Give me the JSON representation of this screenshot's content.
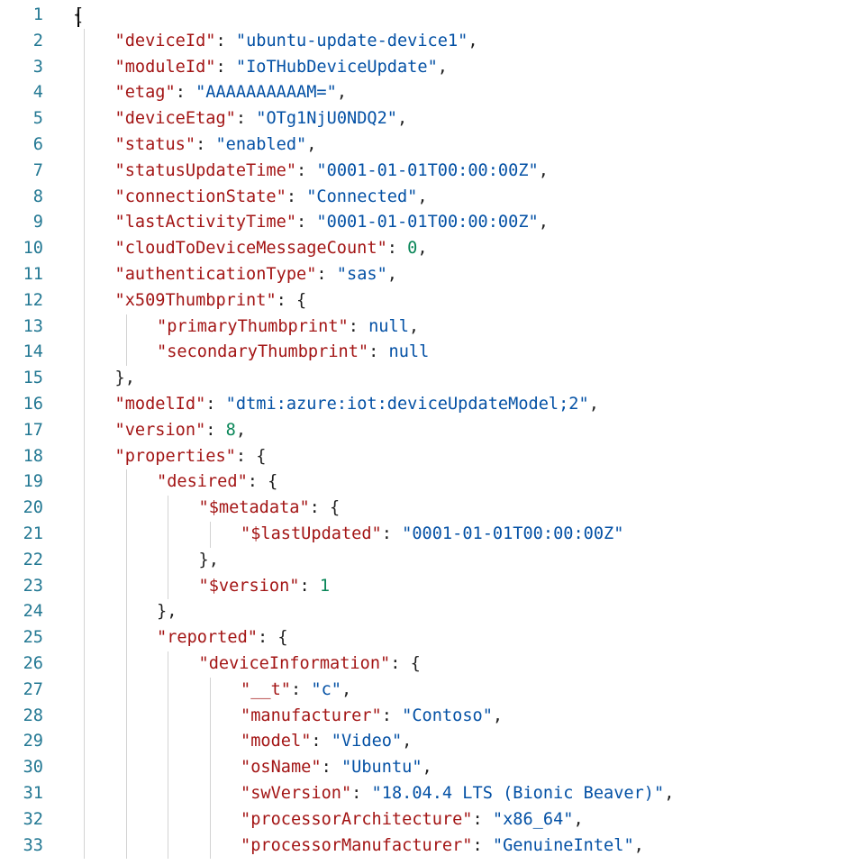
{
  "lines": [
    {
      "n": "1",
      "d": 0,
      "t": "open"
    },
    {
      "n": "2",
      "d": 1,
      "key": "deviceId",
      "v": "ubuntu-update-device1",
      "vt": "s",
      "c": true
    },
    {
      "n": "3",
      "d": 1,
      "key": "moduleId",
      "v": "IoTHubDeviceUpdate",
      "vt": "s",
      "c": true
    },
    {
      "n": "4",
      "d": 1,
      "key": "etag",
      "v": "AAAAAAAAAAM=",
      "vt": "s",
      "c": true
    },
    {
      "n": "5",
      "d": 1,
      "key": "deviceEtag",
      "v": "OTg1NjU0NDQ2",
      "vt": "s",
      "c": true
    },
    {
      "n": "6",
      "d": 1,
      "key": "status",
      "v": "enabled",
      "vt": "s",
      "c": true
    },
    {
      "n": "7",
      "d": 1,
      "key": "statusUpdateTime",
      "v": "0001-01-01T00:00:00Z",
      "vt": "s",
      "c": true
    },
    {
      "n": "8",
      "d": 1,
      "key": "connectionState",
      "v": "Connected",
      "vt": "s",
      "c": true
    },
    {
      "n": "9",
      "d": 1,
      "key": "lastActivityTime",
      "v": "0001-01-01T00:00:00Z",
      "vt": "s",
      "c": true
    },
    {
      "n": "10",
      "d": 1,
      "key": "cloudToDeviceMessageCount",
      "v": "0",
      "vt": "n",
      "c": true
    },
    {
      "n": "11",
      "d": 1,
      "key": "authenticationType",
      "v": "sas",
      "vt": "s",
      "c": true
    },
    {
      "n": "12",
      "d": 1,
      "key": "x509Thumbprint",
      "v": "{",
      "vt": "p",
      "c": false
    },
    {
      "n": "13",
      "d": 2,
      "key": "primaryThumbprint",
      "v": "null",
      "vt": "l",
      "c": true
    },
    {
      "n": "14",
      "d": 2,
      "key": "secondaryThumbprint",
      "v": "null",
      "vt": "l",
      "c": false
    },
    {
      "n": "15",
      "d": 1,
      "t": "close",
      "v": "},"
    },
    {
      "n": "16",
      "d": 1,
      "key": "modelId",
      "v": "dtmi:azure:iot:deviceUpdateModel;2",
      "vt": "s",
      "c": true
    },
    {
      "n": "17",
      "d": 1,
      "key": "version",
      "v": "8",
      "vt": "n",
      "c": true
    },
    {
      "n": "18",
      "d": 1,
      "key": "properties",
      "v": "{",
      "vt": "p",
      "c": false
    },
    {
      "n": "19",
      "d": 2,
      "key": "desired",
      "v": "{",
      "vt": "p",
      "c": false
    },
    {
      "n": "20",
      "d": 3,
      "key": "$metadata",
      "v": "{",
      "vt": "p",
      "c": false
    },
    {
      "n": "21",
      "d": 4,
      "key": "$lastUpdated",
      "v": "0001-01-01T00:00:00Z",
      "vt": "s",
      "c": false
    },
    {
      "n": "22",
      "d": 3,
      "t": "close",
      "v": "},"
    },
    {
      "n": "23",
      "d": 3,
      "key": "$version",
      "v": "1",
      "vt": "n",
      "c": false
    },
    {
      "n": "24",
      "d": 2,
      "t": "close",
      "v": "},"
    },
    {
      "n": "25",
      "d": 2,
      "key": "reported",
      "v": "{",
      "vt": "p",
      "c": false
    },
    {
      "n": "26",
      "d": 3,
      "key": "deviceInformation",
      "v": "{",
      "vt": "p",
      "c": false
    },
    {
      "n": "27",
      "d": 4,
      "key": "__t",
      "v": "c",
      "vt": "s",
      "c": true
    },
    {
      "n": "28",
      "d": 4,
      "key": "manufacturer",
      "v": "Contoso",
      "vt": "s",
      "c": true
    },
    {
      "n": "29",
      "d": 4,
      "key": "model",
      "v": "Video",
      "vt": "s",
      "c": true
    },
    {
      "n": "30",
      "d": 4,
      "key": "osName",
      "v": "Ubuntu",
      "vt": "s",
      "c": true
    },
    {
      "n": "31",
      "d": 4,
      "key": "swVersion",
      "v": "18.04.4 LTS (Bionic Beaver)",
      "vt": "s",
      "c": true
    },
    {
      "n": "32",
      "d": 4,
      "key": "processorArchitecture",
      "v": "x86_64",
      "vt": "s",
      "c": true
    },
    {
      "n": "33",
      "d": 4,
      "key": "processorManufacturer",
      "v": "GenuineIntel",
      "vt": "s",
      "c": true
    }
  ],
  "colors": {
    "line_number": "#237893",
    "key": "#a31515",
    "string": "#0451a5",
    "number": "#098658",
    "punctuation": "#1f1f1f",
    "indent_guide": "#d3d3d3"
  }
}
